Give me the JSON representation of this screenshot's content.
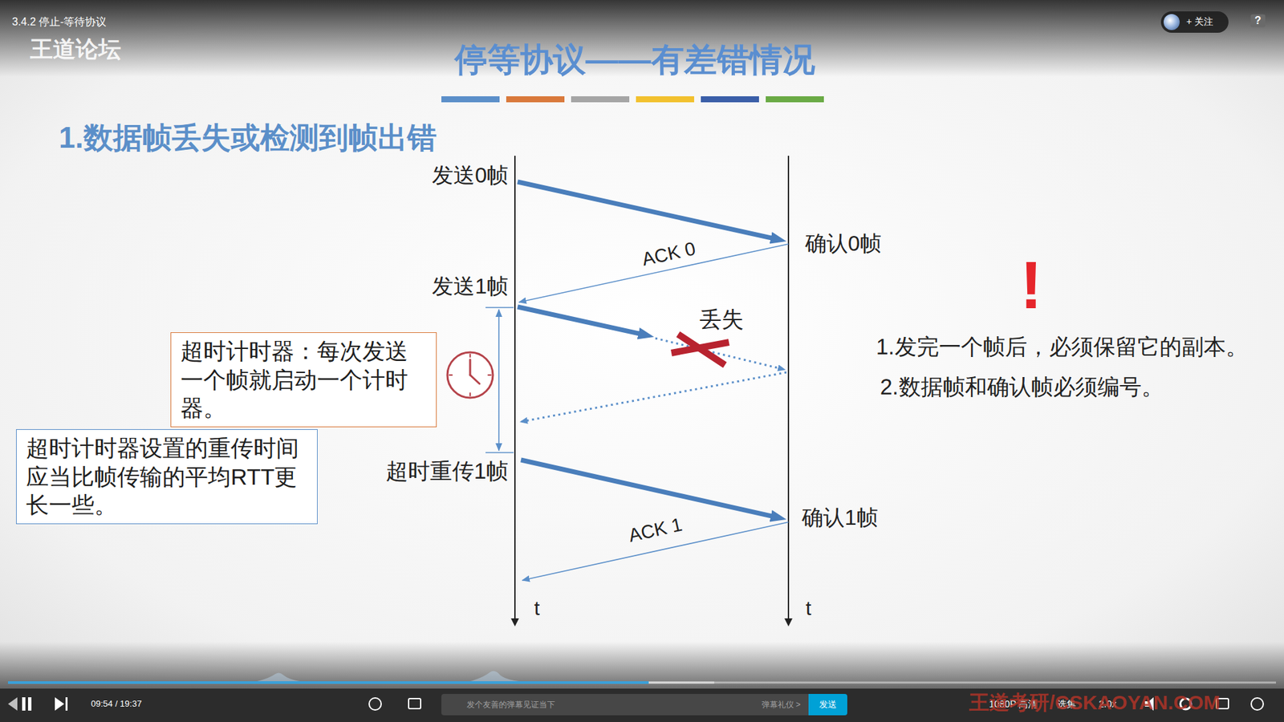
{
  "diagram": {
    "title": "停等协议——有差错情况",
    "nodes": [
      {
        "text": [
          "+ 关注"
        ]
      },
      {
        "text": [
          "超时计时器：每次发送一个帧就启动一个计时器。"
        ]
      },
      {
        "text": [
          "超时计时器设置的重传时间应当比帧传输的平均RTT更长一些。"
        ]
      },
      {
        "text": [
          "发个友善的弹幕见证当下",
          "弹幕礼仪 >"
        ]
      },
      {
        "text": [
          "发送"
        ]
      }
    ],
    "labels": [
      "3.4.2 停止-等待协议",
      "王道论坛",
      "?",
      "1.数据帧丢失或检测到帧出错",
      "发送0帧",
      "确认0帧",
      "ACK 0",
      "发送1帧",
      "丢失",
      "超时重传1帧",
      "确认1帧",
      "ACK 1",
      "t",
      "t",
      "!",
      "1.发完一个帧后，必须保留它的副本。",
      "2.数据帧和确认帧必须编号。",
      "09:54 / 19:37",
      "1080P 高清",
      "选集",
      "2.0x",
      "王道考研/CSKAOYAN.COM"
    ]
  }
}
